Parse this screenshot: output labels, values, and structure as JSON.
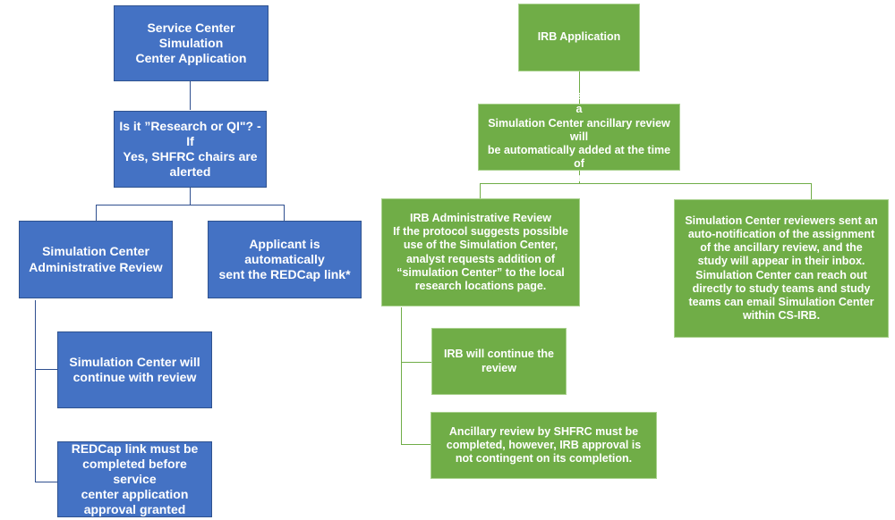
{
  "left_flow": {
    "color": "#4472c4",
    "nodes": {
      "application": "Service Center Simulation\nCenter Application",
      "research_check": "Is it ”Research or QI\"? - If\nYes, SHFRC chairs are\nalerted",
      "admin_review": "Simulation Center\nAdministrative Review",
      "redcap_sent": "Applicant is automatically\nsent the REDCap link*",
      "continue_review": "Simulation Center will\ncontinue with review",
      "redcap_complete": "REDCap link must be\ncompleted before service\ncenter application\napproval granted"
    }
  },
  "right_flow": {
    "color": "#70ad47",
    "nodes": {
      "irb_application": "IRB Application",
      "location_check": "If the location is \"simulation center“ a\nSimulation Center ancillary review will\nbe automatically added at the time of\nIRB submission.",
      "irb_admin_review": "IRB Administrative Review\nIf the protocol suggests possible\nuse of the Simulation Center,\nanalyst requests addition of\n“simulation Center” to the local\nresearch locations page.",
      "reviewers_notified": "Simulation Center reviewers sent an\nauto-notification of the assignment\nof the ancillary review, and the\nstudy will appear in their inbox.\nSimulation Center can reach out\ndirectly to study teams and study\nteams can email Simulation Center\nwithin CS-IRB.",
      "irb_continue": "IRB will continue the\nreview",
      "ancillary_required": "Ancillary review by SHFRC must be\ncompleted, however, IRB approval is\nnot contingent on its completion."
    }
  }
}
